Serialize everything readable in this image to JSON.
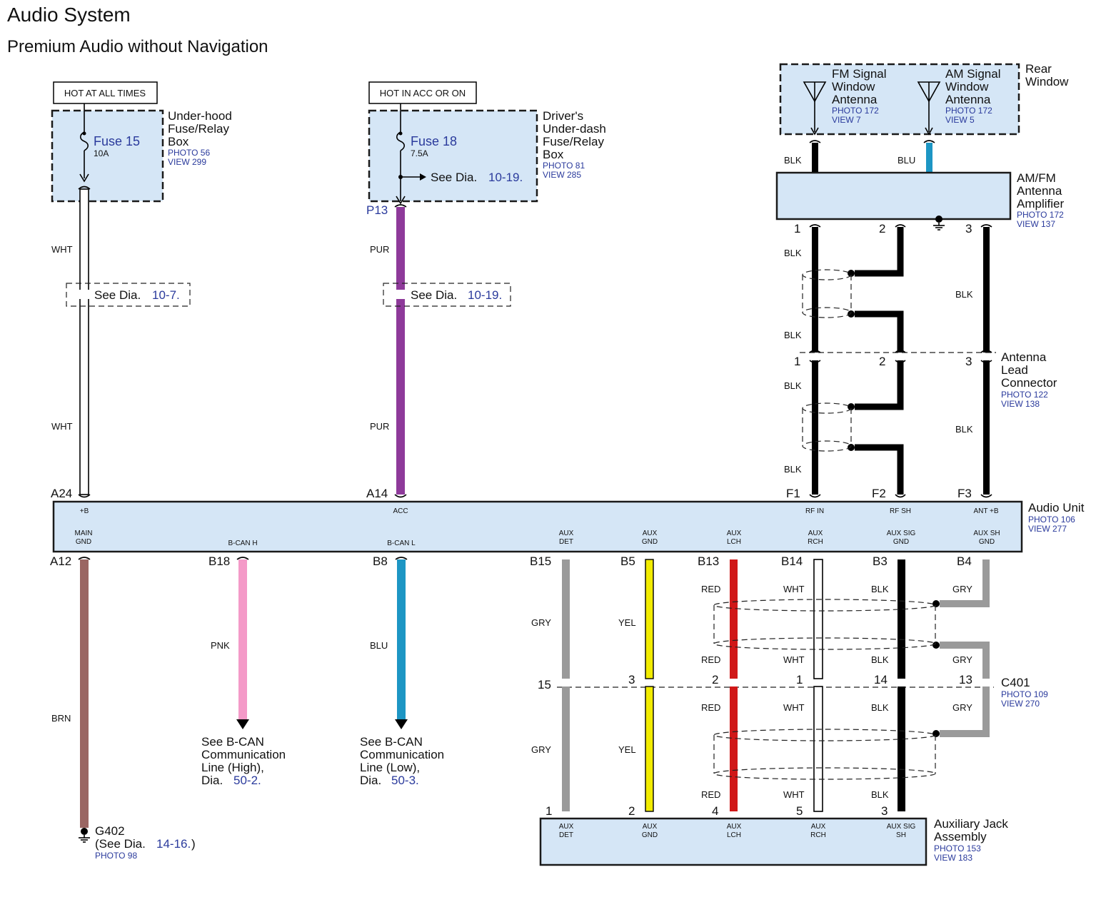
{
  "title": "Audio System",
  "subtitle": "Premium Audio without Navigation",
  "colors": {
    "box_fill": "#d5e6f6",
    "blue_text": "#2a3a9c",
    "WHT": "#ffffff",
    "PUR": "#8e3a9a",
    "BRN": "#9a6663",
    "PNK": "#f49ac8",
    "BLU": "#1d96c4",
    "GRY": "#9a9a9a",
    "YEL": "#f2ec00",
    "RED": "#d01818",
    "BLK": "#000000"
  },
  "power": {
    "hot_all_times": "HOT AT ALL TIMES",
    "hot_acc": "HOT IN ACC OR ON"
  },
  "underhood": {
    "name_lines": [
      "Under-hood",
      "Fuse/Relay",
      "Box"
    ],
    "photo": "PHOTO 56",
    "view": "VIEW 299",
    "fuse": "Fuse 15",
    "amps": "10A"
  },
  "underdash": {
    "name_lines": [
      "Driver's",
      "Under-dash",
      "Fuse/Relay",
      "Box"
    ],
    "photo": "PHOTO 81",
    "view": "VIEW 285",
    "fuse": "Fuse 18",
    "amps": "7.5A",
    "see": "See Dia.",
    "see_ref": "10-19.",
    "pin": "P13"
  },
  "rear_window": {
    "name_lines": [
      "Rear",
      "Window"
    ],
    "fm": {
      "name_lines": [
        "FM Signal",
        "Window",
        "Antenna"
      ],
      "photo": "PHOTO 172",
      "view": "VIEW 7"
    },
    "am": {
      "name_lines": [
        "AM Signal",
        "Window",
        "Antenna"
      ],
      "photo": "PHOTO 172",
      "view": "VIEW 5"
    }
  },
  "amplifier": {
    "name_lines": [
      "AM/FM",
      "Antenna",
      "Amplifier"
    ],
    "photo": "PHOTO 172",
    "view": "VIEW 137",
    "pins": [
      "1",
      "2",
      "3"
    ]
  },
  "antenna_connector": {
    "name_lines": [
      "Antenna",
      "Lead",
      "Connector"
    ],
    "photo": "PHOTO 122",
    "view": "VIEW 138",
    "pins": [
      "1",
      "2",
      "3"
    ]
  },
  "see_dia_wht": {
    "text": "See Dia.",
    "ref": "10-7."
  },
  "see_dia_pur": {
    "text": "See Dia.",
    "ref": "10-19."
  },
  "audio_unit": {
    "name": "Audio Unit",
    "photo": "PHOTO 106",
    "view": "VIEW 277",
    "top_pins": [
      {
        "pin": "A24",
        "label": "+B"
      },
      {
        "pin": "A14",
        "label": "ACC"
      },
      {
        "pin": "F1",
        "label": "RF IN"
      },
      {
        "pin": "F2",
        "label": "RF SH"
      },
      {
        "pin": "F3",
        "label": "ANT +B"
      }
    ],
    "bottom_pins": [
      {
        "pin": "A12",
        "label": [
          "MAIN",
          "GND"
        ]
      },
      {
        "pin": "B18",
        "label": [
          "B-CAN H"
        ]
      },
      {
        "pin": "B8",
        "label": [
          "B-CAN L"
        ]
      },
      {
        "pin": "B15",
        "label": [
          "AUX",
          "DET"
        ]
      },
      {
        "pin": "B5",
        "label": [
          "AUX",
          "GND"
        ]
      },
      {
        "pin": "B13",
        "label": [
          "AUX",
          "LCH"
        ]
      },
      {
        "pin": "B14",
        "label": [
          "AUX",
          "RCH"
        ]
      },
      {
        "pin": "B3",
        "label": [
          "AUX SIG",
          "GND"
        ]
      },
      {
        "pin": "B4",
        "label": [
          "AUX SH",
          "GND"
        ]
      }
    ]
  },
  "wire_labels": {
    "wht": "WHT",
    "pur": "PUR",
    "blk": "BLK",
    "blu": "BLU",
    "brn": "BRN",
    "pnk": "PNK",
    "gry": "GRY",
    "yel": "YEL",
    "red": "RED"
  },
  "bcan_high": {
    "lines": [
      "See B-CAN",
      "Communication",
      "Line (High),",
      "Dia."
    ],
    "ref": "50-2."
  },
  "bcan_low": {
    "lines": [
      "See B-CAN",
      "Communication",
      "Line (Low),",
      "Dia."
    ],
    "ref": "50-3."
  },
  "ground": {
    "name": "G402",
    "see": "(See Dia.",
    "ref": "14-16.",
    "close": ")",
    "photo": "PHOTO 98"
  },
  "c401": {
    "name": "C401",
    "photo": "PHOTO 109",
    "view": "VIEW 270",
    "pins": [
      "15",
      "3",
      "2",
      "1",
      "14",
      "13"
    ]
  },
  "aux_jack": {
    "name_lines": [
      "Auxiliary Jack",
      "Assembly"
    ],
    "photo": "PHOTO 153",
    "view": "VIEW 183",
    "pins": [
      {
        "pin": "1",
        "label": [
          "AUX",
          "DET"
        ]
      },
      {
        "pin": "2",
        "label": [
          "AUX",
          "GND"
        ]
      },
      {
        "pin": "4",
        "label": [
          "AUX",
          "LCH"
        ]
      },
      {
        "pin": "5",
        "label": [
          "AUX",
          "RCH"
        ]
      },
      {
        "pin": "3",
        "label": [
          "AUX SIG",
          "SH"
        ]
      }
    ]
  }
}
